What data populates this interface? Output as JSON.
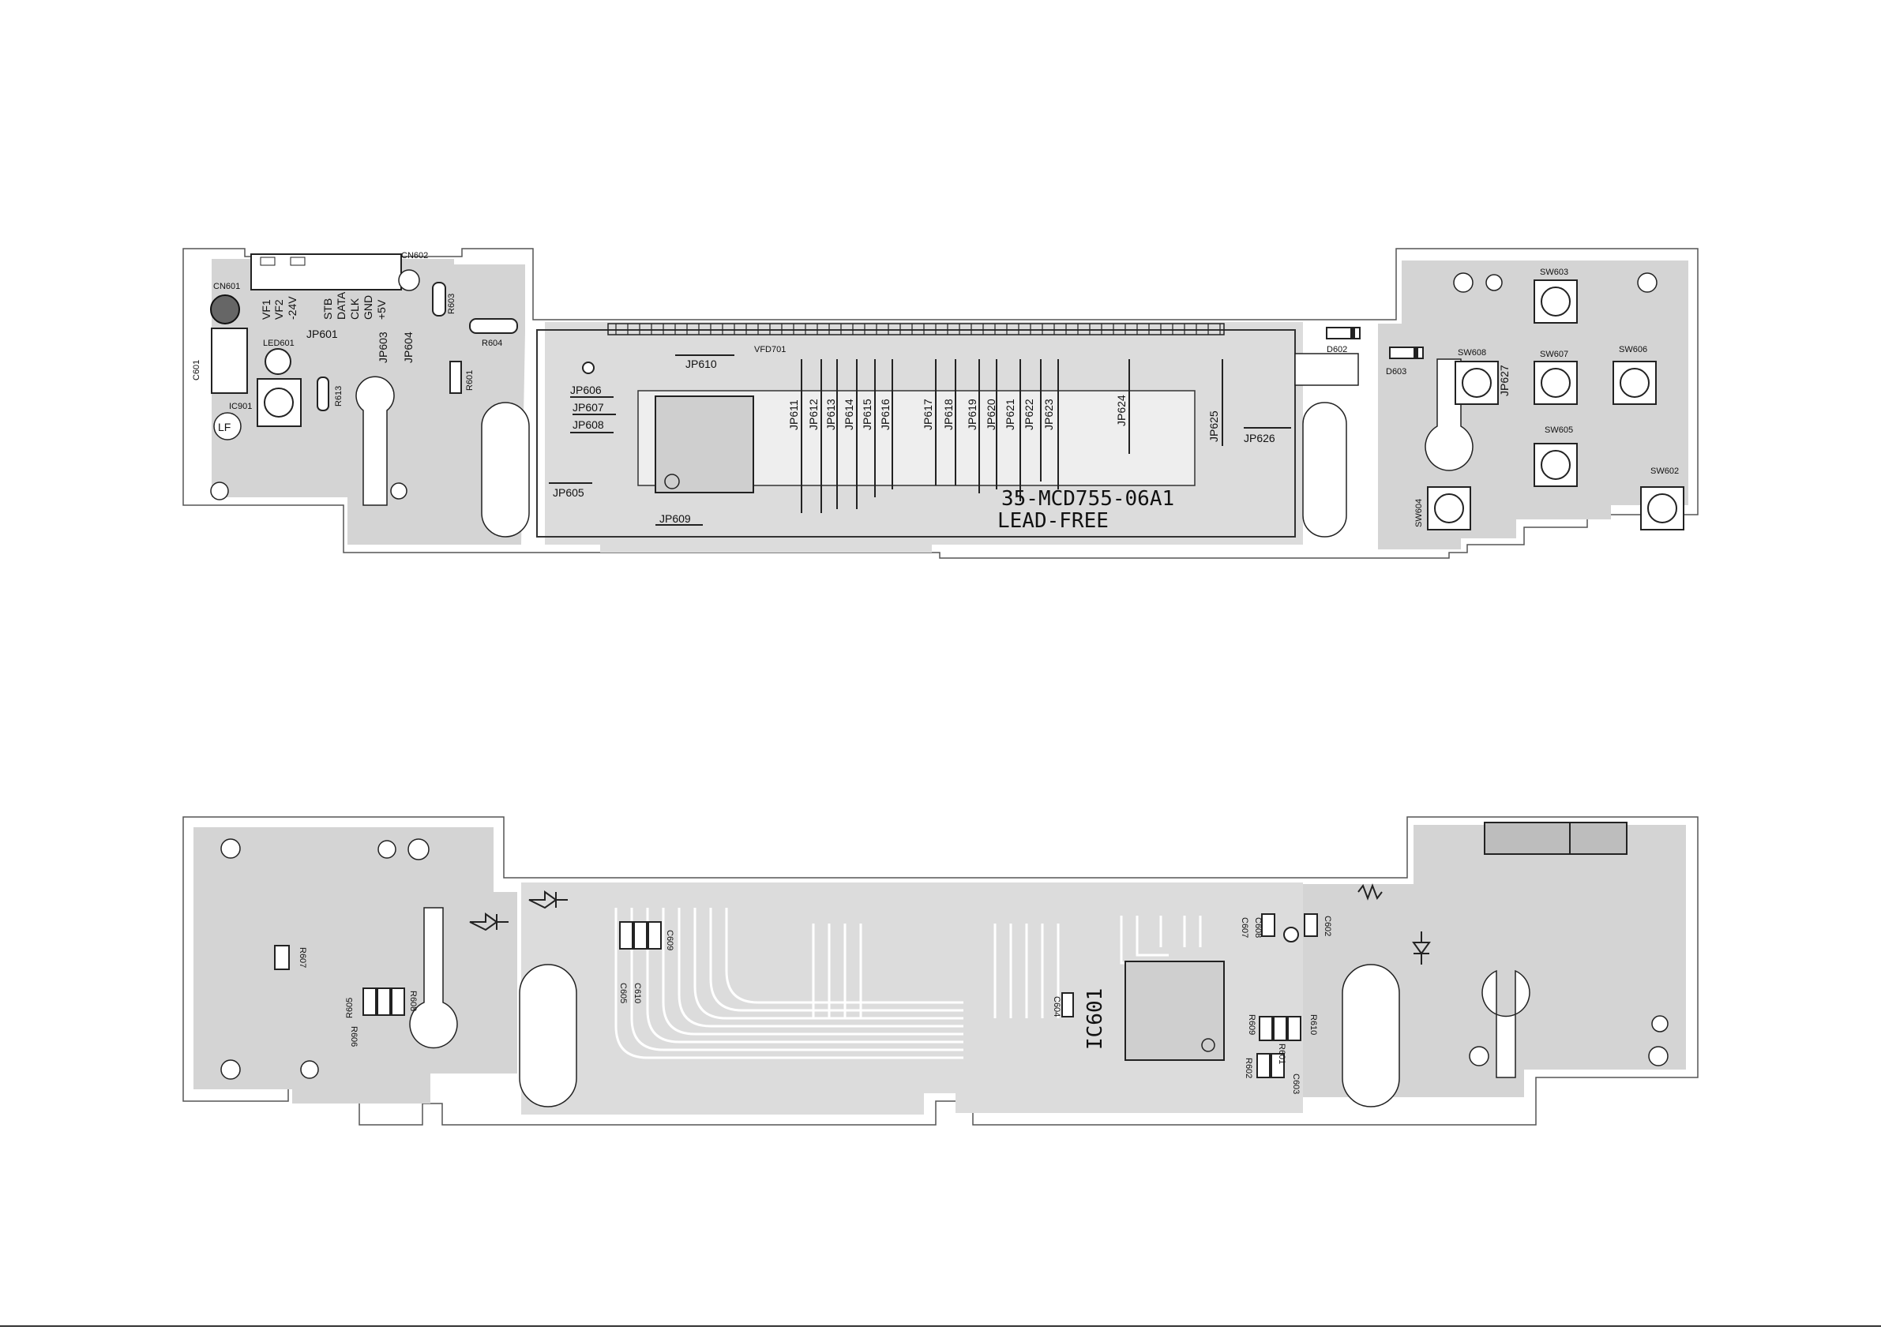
{
  "top_board": {
    "connector_cn602": "CN602",
    "connector_cn601": "CN601",
    "capacitor_c601": "C601",
    "led": "LED601",
    "ir_receiver": "IC901",
    "resistors": {
      "r603": "R603",
      "r604": "R604",
      "r613": "R613",
      "r601": "R601"
    },
    "pin_labels": [
      "VF1",
      "VF2",
      "-24V",
      "STB",
      "DATA",
      "CLK",
      "GND",
      "+5V"
    ],
    "lead_free_mark": "LF",
    "display": "VFD701",
    "diodes": {
      "d602": "D602",
      "d603": "D603"
    },
    "jumpers_left": [
      "JP601",
      "JP603",
      "JP604",
      "JP605",
      "JP606",
      "JP607",
      "JP608",
      "JP609",
      "JP610"
    ],
    "jumpers_vertical": [
      "JP611",
      "JP612",
      "JP613",
      "JP614",
      "JP615",
      "JP616",
      "JP617",
      "JP618",
      "JP619",
      "JP620",
      "JP621",
      "JP622",
      "JP623",
      "JP624",
      "JP625"
    ],
    "jumper_jp626": "JP626",
    "jumper_jp627": "JP627",
    "switches": [
      "SW603",
      "SW608",
      "SW607",
      "SW606",
      "SW605",
      "SW604",
      "SW602"
    ],
    "board_code": "35-MCD755-06A1",
    "lead_free_text": "LEAD-FREE"
  },
  "bottom_board": {
    "ic": "IC601",
    "caps_left": [
      "C605",
      "C610",
      "C609"
    ],
    "res_left": [
      "R607",
      "R605",
      "R606",
      "R608"
    ],
    "cap_c604": "C604",
    "right_parts": [
      "C607",
      "C608",
      "C602",
      "R609",
      "R601",
      "R610",
      "R602",
      "C603"
    ]
  }
}
